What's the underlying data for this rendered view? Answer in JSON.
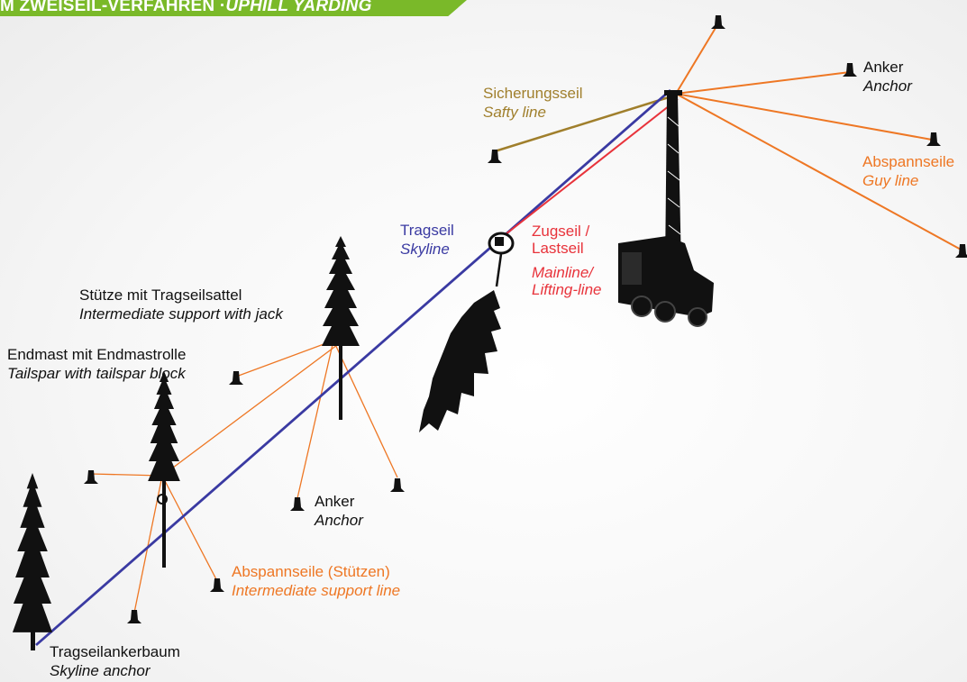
{
  "title": {
    "part1": "M ZWEISEIL-VERFAHREN · ",
    "part2": "UPHILL YARDING"
  },
  "labels": {
    "sicherungsseil": {
      "de": "Sicherungsseil",
      "en": "Safty line"
    },
    "anker_top": {
      "de": "Anker",
      "en": "Anchor"
    },
    "abspannseile": {
      "de": "Abspannseile",
      "en": "Guy line"
    },
    "tragseil": {
      "de": "Tragseil",
      "en": "Skyline"
    },
    "zugseil": {
      "de": "Zugseil /",
      "de2": "Lastseil",
      "en": "Mainline/",
      "en2": "Lifting-line"
    },
    "stuetze": {
      "de": "Stütze mit Tragseilsattel",
      "en": "Intermediate support with jack"
    },
    "endmast": {
      "de": "Endmast mit Endmastrolle",
      "en": "Tailspar with tailspar block"
    },
    "anker_mid": {
      "de": "Anker",
      "en": "Anchor"
    },
    "abspann_stuetzen": {
      "de": "Abspannseile (Stützen)",
      "en": "Intermediate support line"
    },
    "tragseilankerbaum": {
      "de": "Tragseilankerbaum",
      "en": "Skyline anchor"
    }
  },
  "colors": {
    "skyline": "#3a3aa2",
    "mainline": "#e8333b",
    "guyline": "#ee7724",
    "safetyline": "#a07f2c",
    "banner": "#7ab929"
  }
}
